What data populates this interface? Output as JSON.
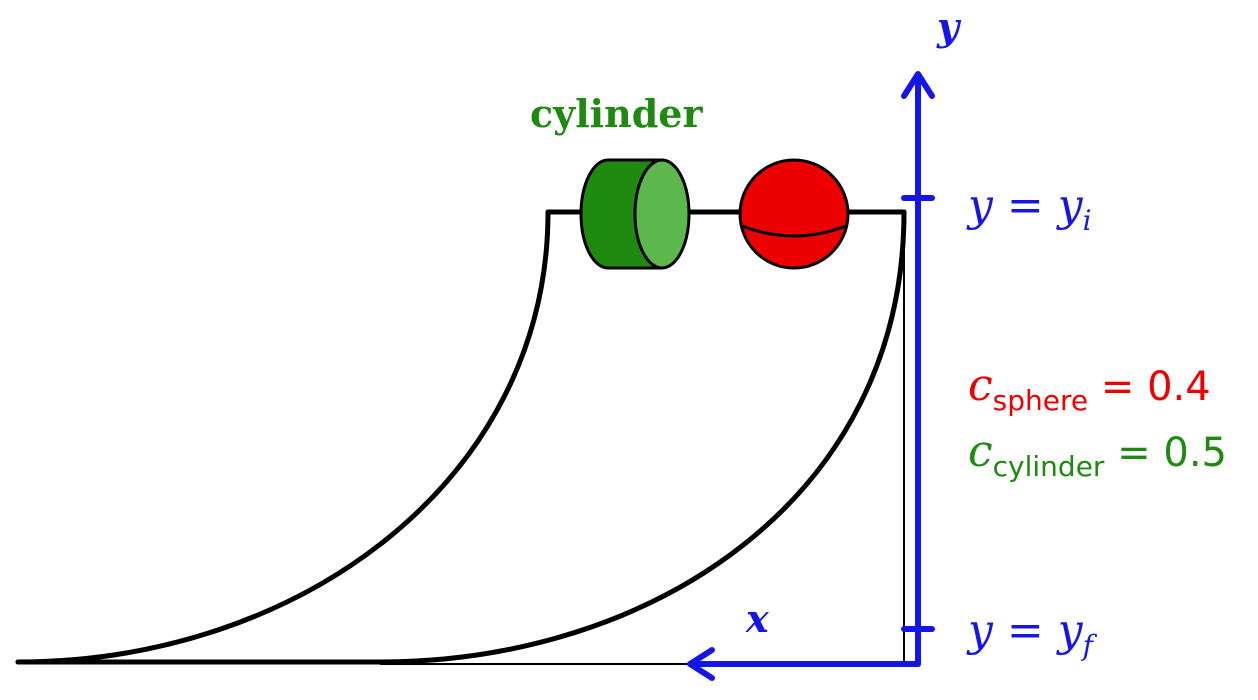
{
  "labels": {
    "cylinder": "cylinder",
    "x_axis": "x",
    "y_axis": "y"
  },
  "y_initial": {
    "lhs": "y",
    "eq": " = ",
    "rhs": "y",
    "sub": "i"
  },
  "y_final": {
    "lhs": "y",
    "eq": " = ",
    "rhs": "y",
    "sub": "f"
  },
  "c_sphere": {
    "var": "c",
    "sub": "sphere",
    "value": " = 0.4"
  },
  "c_cylinder": {
    "var": "c",
    "sub": "cylinder",
    "value": " = 0.5"
  },
  "colors": {
    "axis": "#1515e6",
    "sphere": "#ee0000",
    "cylinder_dark": "#1f8a10",
    "cylinder_light": "#5cb84c",
    "track": "#000000"
  }
}
